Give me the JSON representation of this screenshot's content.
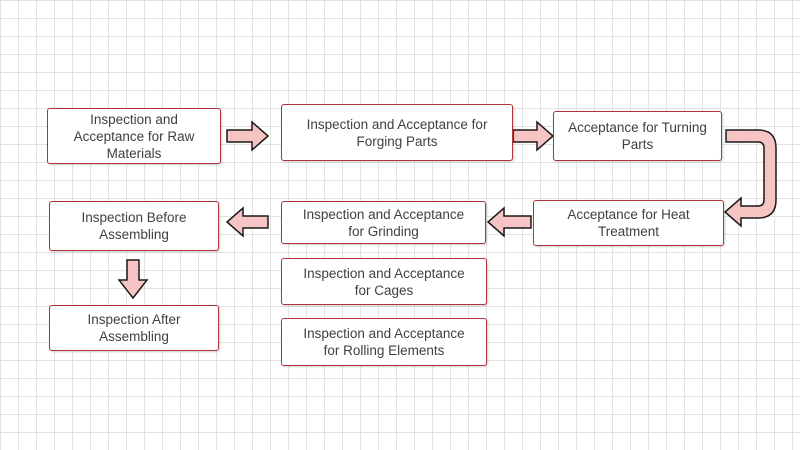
{
  "diagram": {
    "nodes": {
      "raw_materials": "Inspection and\nAcceptance for Raw\nMaterials",
      "forging_parts": "Inspection and Acceptance for\nForging Parts",
      "turning_parts": "Acceptance for Turning\nParts",
      "heat_treatment": "Acceptance for Heat\nTreatment",
      "grinding": "Inspection and Acceptance\nfor Grinding",
      "before_assembling": "Inspection Before\nAssembling",
      "after_assembling": "Inspection After\nAssembling",
      "cages": "Inspection and Acceptance\nfor Cages",
      "rolling_elements": "Inspection and Acceptance\nfor Rolling Elements"
    },
    "colors": {
      "box_border": "#b3323a",
      "arrow_fill": "#f7c4c4",
      "arrow_stroke": "#1a1a1a",
      "text": "#404040",
      "grid": "#e2e2e2"
    }
  }
}
